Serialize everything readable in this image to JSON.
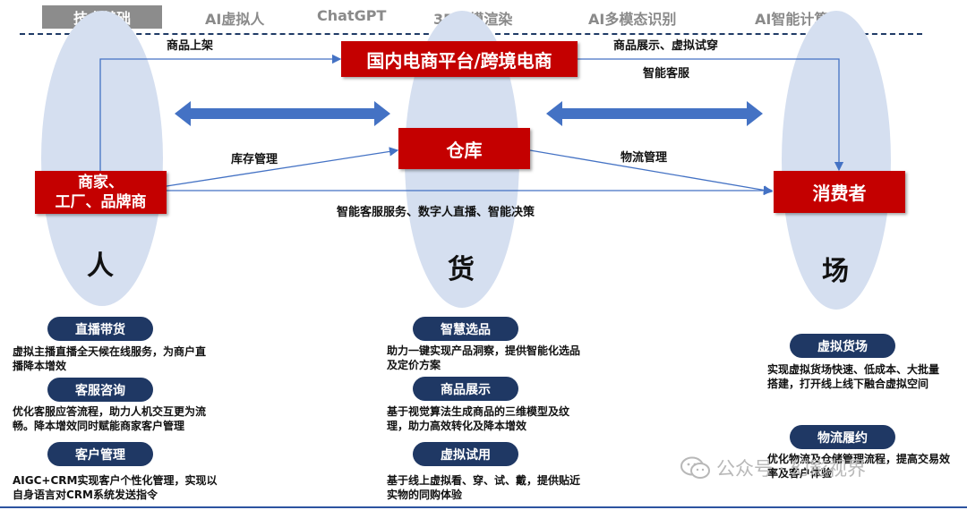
{
  "header": {
    "tech_label": "技术基础",
    "items": [
      "AI虚拟人",
      "ChatGPT",
      "3D建模渲染",
      "AI多模态识别",
      "AI智能计算"
    ]
  },
  "boxes": {
    "platform": "国内电商平台/跨境电商",
    "warehouse": "仓库",
    "merchant_line1": "商家、",
    "merchant_line2": "工厂、品牌商",
    "consumer": "消费者"
  },
  "labels": {
    "listing": "商品上架",
    "display_tryon": "商品展示、虚拟试穿",
    "smart_service": "智能客服",
    "inventory": "库存管理",
    "logistics_mgmt": "物流管理",
    "service_live_decision": "智能客服服务、数字人直播、智能决策"
  },
  "pillars": {
    "people": "人",
    "goods": "货",
    "venue": "场"
  },
  "people_col": [
    {
      "title": "直播带货",
      "desc": "虚拟主播直播全天候在线服务，为商户直播降本增效"
    },
    {
      "title": "客服咨询",
      "desc": "优化客服应答流程，助力人机交互更为流畅。降本增效同时赋能商家客户管理"
    },
    {
      "title": "客户管理",
      "desc": "AIGC+CRM实现客户个性化管理，实现以自身语言对CRM系统发送指令"
    }
  ],
  "goods_col": [
    {
      "title": "智慧选品",
      "desc": "助力一键实现产品洞察，提供智能化选品及定价方案"
    },
    {
      "title": "商品展示",
      "desc": "基于视觉算法生成商品的三维模型及纹理，助力高效转化及降本增效"
    },
    {
      "title": "虚拟试用",
      "desc": "基于线上虚拟看、穿、试、戴，提供贴近实物的同购体验"
    }
  ],
  "venue_col": [
    {
      "title": "虚拟货场",
      "desc": "实现虚拟货场快速、低成本、大批量搭建，打开线上线下融合虚拟空间"
    },
    {
      "title": "物流履约",
      "desc": "优化物流及仓储管理流程，提高交易效率及客户体验"
    }
  ],
  "watermark": "公众号 · 幻影视界",
  "colors": {
    "red": "#c40000",
    "navy": "#1f3864",
    "oval": "#d5dff0",
    "arrow": "#4472c4"
  }
}
